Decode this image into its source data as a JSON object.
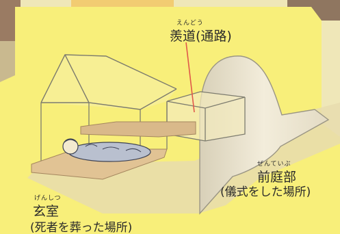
{
  "labels": {
    "passage": {
      "ruby": "えんどう",
      "text": "羨道(通路)"
    },
    "chamber": {
      "ruby": "げんしつ",
      "text": "玄室",
      "desc": "(死者を葬った場所)"
    },
    "forecourt": {
      "ruby": "ぜんていぶ",
      "text": "前庭部",
      "desc": "(儀式をした場所)"
    }
  },
  "colors": {
    "background": "#efe7b8",
    "panel": "#f8ef7a",
    "ground": "#e8d9a8",
    "mound": "#f1ead6",
    "frame": "#7c7b6e",
    "lead_line": "#e0584a",
    "slab": "#d9b98a",
    "body_wrap": "#b9c0cf"
  },
  "icons": [
    "burial-figure-icon"
  ]
}
